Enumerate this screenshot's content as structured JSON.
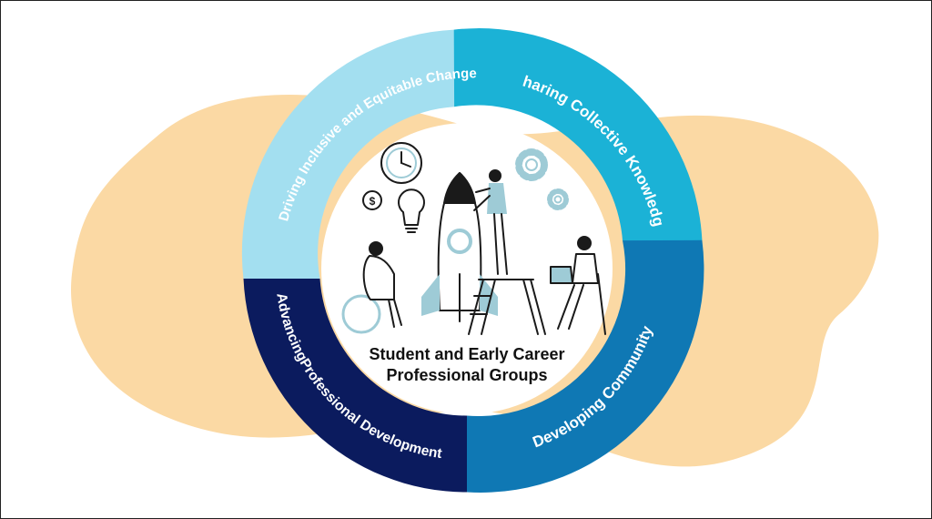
{
  "diagram": {
    "center_title_line1": "Student and Early Career",
    "center_title_line2": "Professional Groups",
    "segments": [
      {
        "label": "Driving Inclusive and  Equitable Change",
        "color": "#a3dff0"
      },
      {
        "label": "Sharing Collective  Knowledge",
        "color": "#1bb2d6"
      },
      {
        "label": "Developing Community",
        "color": "#0f78b4"
      },
      {
        "label": "AdvancingProfessional Development",
        "color": "#0b1b5e"
      }
    ],
    "background_blob_color": "#fbd9a4",
    "illustration_line_color": "#1a1a1a",
    "illustration_accent_color": "#9ecbd6"
  }
}
